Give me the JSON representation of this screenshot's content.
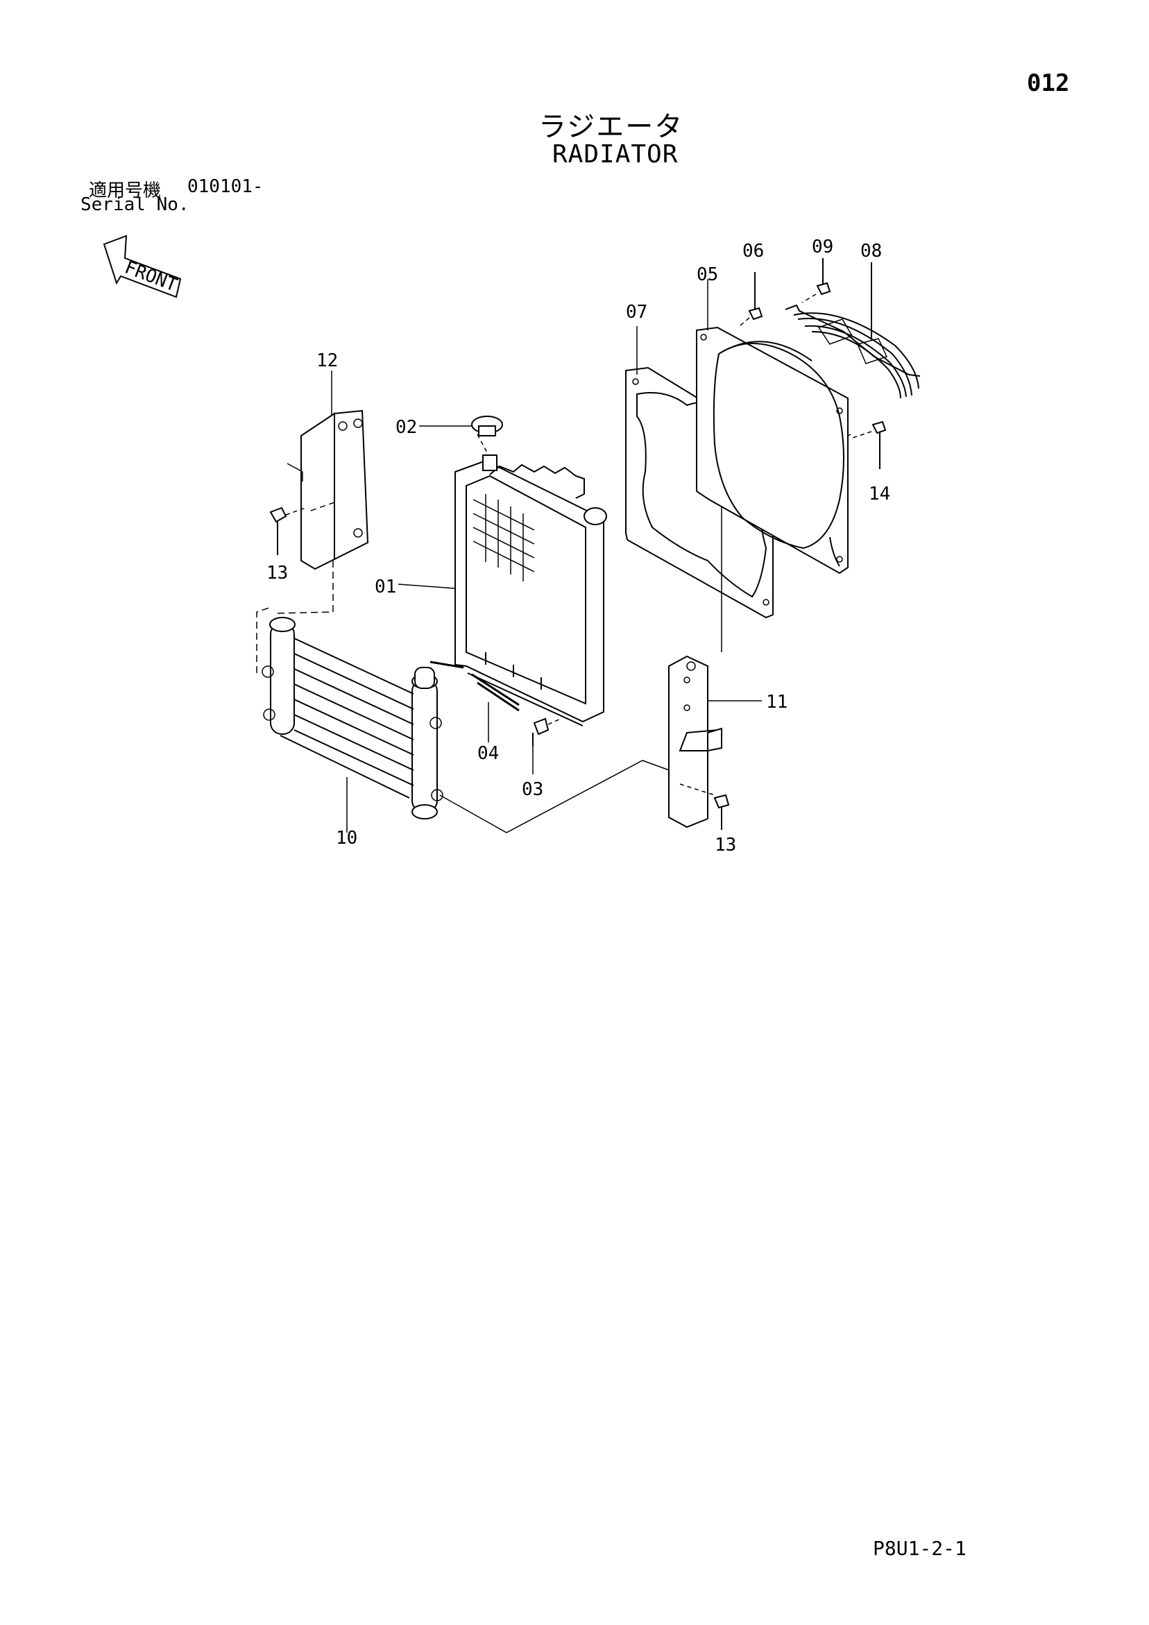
{
  "page_number": "012",
  "title_jp": "ラジエータ",
  "title_en": "RADIATOR",
  "serial": {
    "label_jp": "適用号機",
    "value": "010101-",
    "label_en": "Serial No."
  },
  "front_label": "FRONT",
  "footer_code": "P8U1-2-1",
  "callouts": {
    "c01": "01",
    "c02": "02",
    "c03": "03",
    "c04": "04",
    "c05": "05",
    "c06": "06",
    "c07": "07",
    "c08": "08",
    "c09": "09",
    "c10": "10",
    "c11": "11",
    "c12": "12",
    "c13a": "13",
    "c13b": "13",
    "c14": "14"
  }
}
